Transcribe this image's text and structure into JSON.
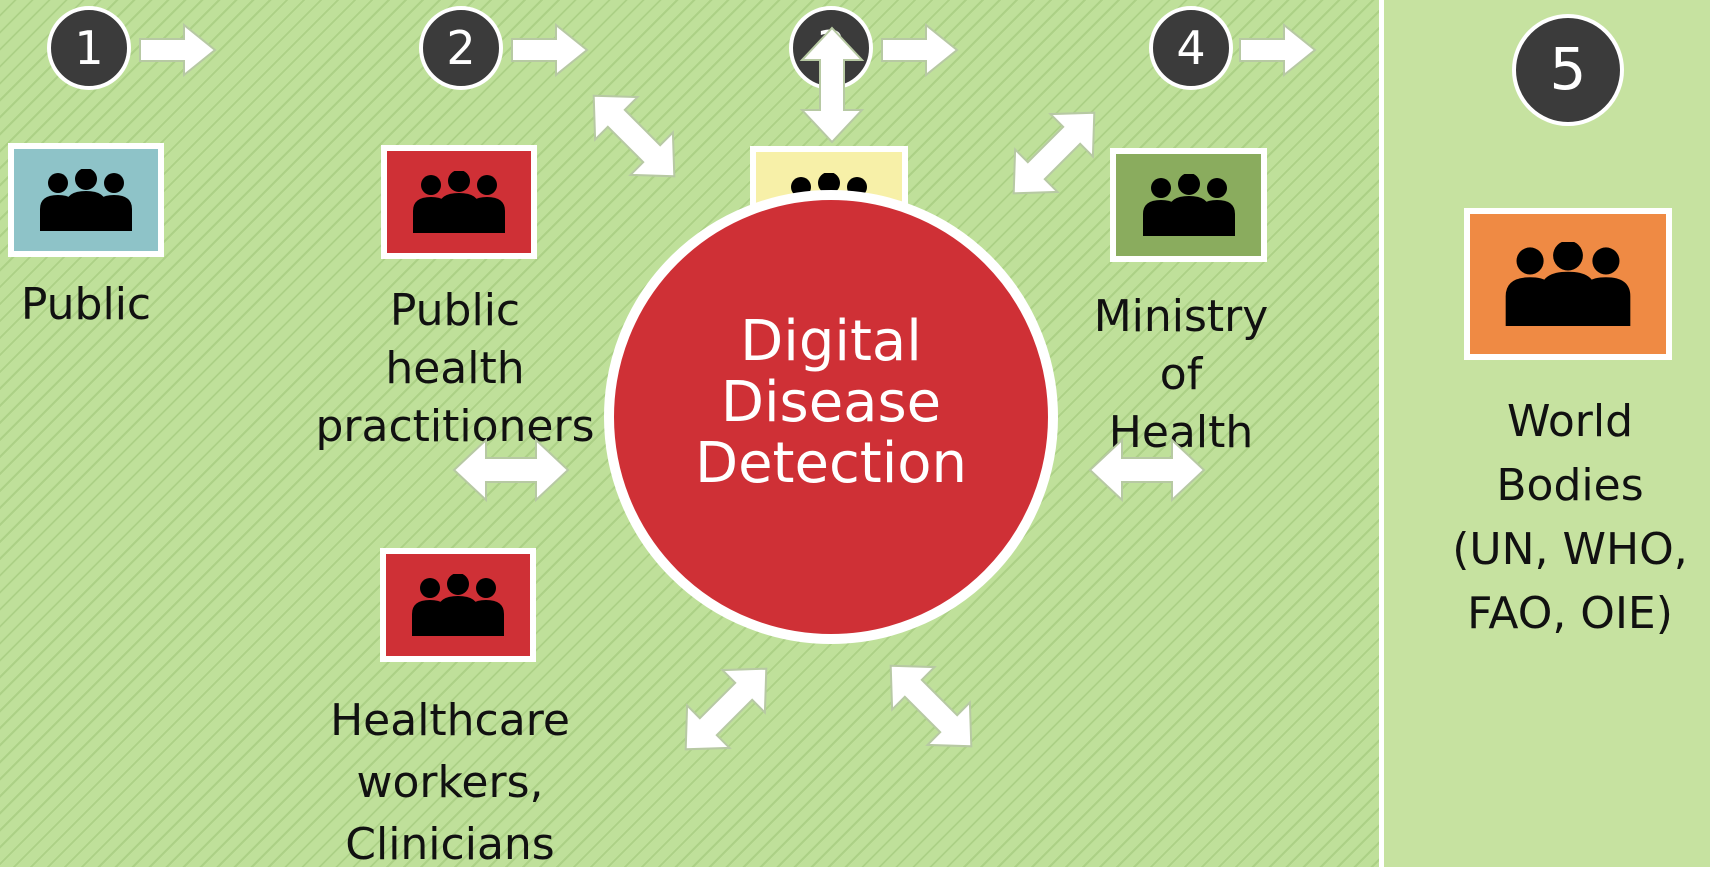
{
  "diagram": {
    "center": {
      "label": "Digital\nDisease\nDetection",
      "color": "#cf3036"
    },
    "steps": [
      {
        "number": "1",
        "label": "Public",
        "color": "#8ec3c8"
      },
      {
        "number": "2",
        "label": "Public\nhealth\npractitioners",
        "color": "#cf3036"
      },
      {
        "number": "3",
        "label": "",
        "color": "#f7f0a8"
      },
      {
        "number": "4",
        "label": "Ministry\nof\nHealth",
        "color": "#8aac5e"
      },
      {
        "number": "5",
        "label": "World\nBodies\n(UN, WHO,\nFAO, OIE)",
        "color": "#ef8a44"
      }
    ],
    "extra_group": {
      "label": "Healthcare\nworkers,\nClinicians",
      "color": "#cf3036"
    },
    "colors": {
      "panel_green": "#bfe09a",
      "badge": "#3b3b3b",
      "arrow_fill": "#ffffff",
      "arrow_stroke": "#b7c9a3"
    },
    "icons": [
      "people-group-icon",
      "right-arrow-icon",
      "double-arrow-icon"
    ]
  }
}
